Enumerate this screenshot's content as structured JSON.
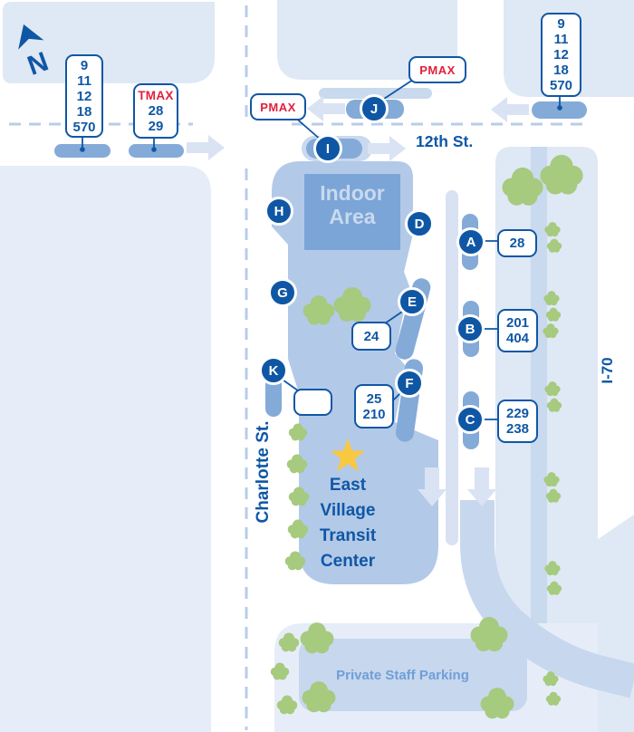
{
  "colors": {
    "dark_blue": "#0f57a5",
    "red": "#e2203c",
    "platform_blue": "#b3c9e8",
    "bay_blue": "#84aad8",
    "indoor_blue": "#7ba5d7",
    "indoor_text": "#c9d9ef",
    "road_light": "#dfe8f5",
    "road_lighter": "#e6edf8",
    "road_medium": "#c7d7ee",
    "island_strip": "#d8e2f2",
    "shelter_bar": "#c9d9ee",
    "tree_green": "#a6ca7e",
    "star_gold": "#f9c841",
    "dash_blue": "#b9cce8",
    "arrow_blue": "#d9e3f3",
    "parking_text": "#6f9fd8"
  },
  "labels": {
    "north": "N",
    "street_12th": "12th St.",
    "street_charlotte": "Charlotte St.",
    "highway": "I-70",
    "indoor_area": [
      "Indoor",
      "Area"
    ],
    "transit_center": [
      "East",
      "Village",
      "Transit",
      "Center"
    ],
    "private_parking": "Private Staff Parking"
  },
  "signs": {
    "west_local": {
      "lines": [
        "9",
        "11",
        "12",
        "18",
        "570"
      ]
    },
    "west_tmax": {
      "title": "TMAX",
      "lines": [
        "28",
        "29"
      ]
    },
    "east_local": {
      "lines": [
        "9",
        "11",
        "12",
        "18",
        "570"
      ]
    },
    "pmax_j": {
      "label": "PMAX"
    },
    "pmax_i": {
      "label": "PMAX"
    }
  },
  "stops": {
    "A": {
      "letter": "A",
      "routes": [
        "28"
      ]
    },
    "B": {
      "letter": "B",
      "routes": [
        "201",
        "404"
      ]
    },
    "C": {
      "letter": "C",
      "routes": [
        "229",
        "238"
      ]
    },
    "D": {
      "letter": "D"
    },
    "E": {
      "letter": "E",
      "routes": [
        "24"
      ]
    },
    "F": {
      "letter": "F",
      "routes": [
        "25",
        "210"
      ]
    },
    "G": {
      "letter": "G"
    },
    "H": {
      "letter": "H"
    },
    "I": {
      "letter": "I"
    },
    "J": {
      "letter": "J"
    },
    "K": {
      "letter": "K"
    }
  }
}
